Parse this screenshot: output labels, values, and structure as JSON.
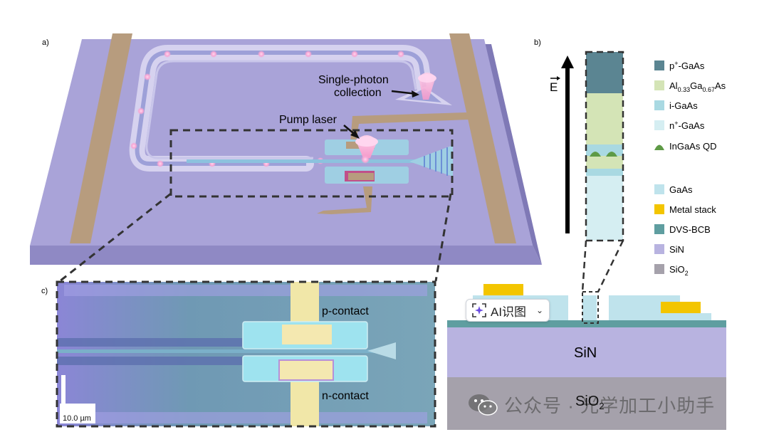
{
  "panels": {
    "a": "a)",
    "b": "b)",
    "c": "c)"
  },
  "panel_a": {
    "single_photon_line1": "Single-photon",
    "single_photon_line2": "collection",
    "pump_laser": "Pump laser"
  },
  "panel_b": {
    "field_symbol": "E",
    "legend": [
      {
        "base": "p",
        "sup": "+",
        "rest": "-GaAs",
        "color": "#5b8592"
      },
      {
        "segments": [
          "Al",
          "0.33",
          "Ga",
          "0.67",
          "As"
        ],
        "color": "#d4e4b6"
      },
      {
        "text": "i-GaAs",
        "color": "#a9d9e2"
      },
      {
        "base": "n",
        "sup": "+",
        "rest": "-GaAs",
        "color": "#d5eef2"
      },
      {
        "text": "InGaAs QD",
        "color": "#5e9a46",
        "shape": "mound"
      },
      {
        "text": "GaAs",
        "color": "#bfe3ec"
      },
      {
        "text": "Metal stack",
        "color": "#f3c500"
      },
      {
        "text": "DVS-BCB",
        "color": "#5f9ea0"
      },
      {
        "text": "SiN",
        "color": "#b8b3e0"
      },
      {
        "base": "SiO",
        "sub": "2",
        "color": "#a5a1ab"
      }
    ],
    "cross_section_sin": "SiN",
    "cross_section_sio2": "SiO2"
  },
  "panel_c": {
    "p_contact": "p-contact",
    "n_contact": "n-contact",
    "scale_bar": "10.0 µm"
  },
  "overlay": {
    "ai_button_label": "AI识图",
    "ai_icon": "sparkle-scan-icon",
    "chevron_icon": "chevron-down-icon",
    "watermark_text": "公众号 · 光学加工小助手",
    "watermark_icon": "wechat-icon"
  },
  "colors": {
    "chip_top": "#a9a3d8",
    "chip_side": "#8f89c4",
    "gold_track": "#b79c7e",
    "waveguide": "#9fcfe3",
    "sin": "#b8b3e0",
    "sio2": "#a5a1ab"
  }
}
